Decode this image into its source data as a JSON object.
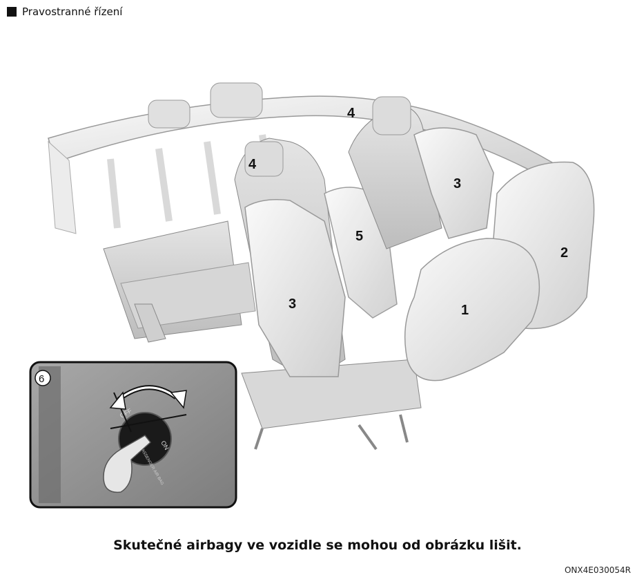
{
  "header": {
    "label": "Pravostranné řízení"
  },
  "callouts": [
    "1",
    "2",
    "3",
    "3",
    "4",
    "4",
    "5",
    "6"
  ],
  "inset_labels": {
    "off": "OFF",
    "on": "ON",
    "dial_text": "PASSENGER AIR BAG"
  },
  "caption": "Skutečné airbagy ve vozidle se mohou od obrázku lišit.",
  "code": "ONX4E030054R"
}
